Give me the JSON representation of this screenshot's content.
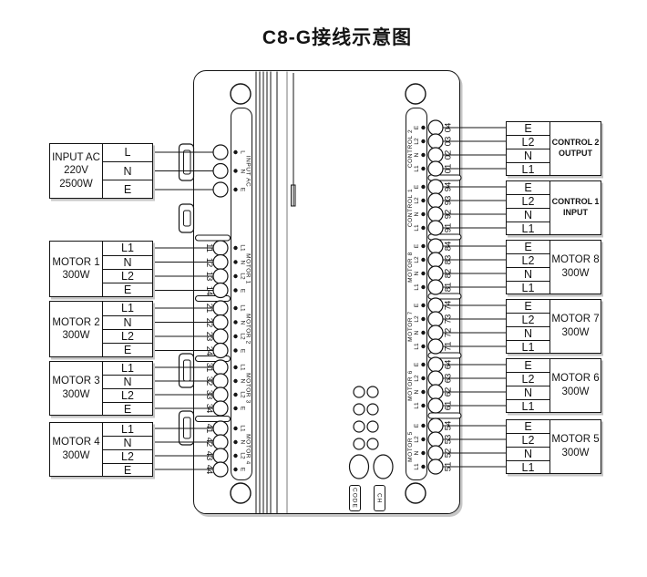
{
  "title": "C8-G接线示意图",
  "colors": {
    "ink": "#141414",
    "paper": "#ffffff",
    "shadow": "#c6c6c6"
  },
  "left_devices": [
    {
      "name": "input-ac",
      "label_lines": [
        "INPUT AC",
        "220V",
        "2500W"
      ],
      "terminals": [
        "L",
        "N",
        "E"
      ]
    },
    {
      "name": "motor-1",
      "label_lines": [
        "MOTOR 1",
        "300W"
      ],
      "terminals": [
        "L1",
        "N",
        "L2",
        "E"
      ]
    },
    {
      "name": "motor-2",
      "label_lines": [
        "MOTOR 2",
        "300W"
      ],
      "terminals": [
        "L1",
        "N",
        "L2",
        "E"
      ]
    },
    {
      "name": "motor-3",
      "label_lines": [
        "MOTOR 3",
        "300W"
      ],
      "terminals": [
        "L1",
        "N",
        "L2",
        "E"
      ]
    },
    {
      "name": "motor-4",
      "label_lines": [
        "MOTOR 4",
        "300W"
      ],
      "terminals": [
        "L1",
        "N",
        "L2",
        "E"
      ]
    }
  ],
  "right_devices": [
    {
      "name": "control-2",
      "label_lines": [
        "CONTROL 2",
        "OUTPUT"
      ],
      "terminals": [
        "E",
        "L2",
        "N",
        "L1"
      ],
      "label_size": "small"
    },
    {
      "name": "control-1",
      "label_lines": [
        "CONTROL 1",
        "INPUT"
      ],
      "terminals": [
        "E",
        "L2",
        "N",
        "L1"
      ],
      "label_size": "small"
    },
    {
      "name": "motor-8",
      "label_lines": [
        "MOTOR 8",
        "300W"
      ],
      "terminals": [
        "E",
        "L2",
        "N",
        "L1"
      ]
    },
    {
      "name": "motor-7",
      "label_lines": [
        "MOTOR 7",
        "300W"
      ],
      "terminals": [
        "E",
        "L2",
        "N",
        "L1"
      ]
    },
    {
      "name": "motor-6",
      "label_lines": [
        "MOTOR 6",
        "300W"
      ],
      "terminals": [
        "E",
        "L2",
        "N",
        "L1"
      ]
    },
    {
      "name": "motor-5",
      "label_lines": [
        "MOTOR 5",
        "300W"
      ],
      "terminals": [
        "E",
        "L2",
        "N",
        "L1"
      ]
    }
  ],
  "controller": {
    "left_terminal_groups": [
      {
        "label": "INPUT AC",
        "pins": [
          "L",
          "N",
          "E"
        ],
        "numbers": [
          "",
          "",
          ""
        ]
      },
      {
        "label": "MOTOR 1",
        "pins": [
          "L1",
          "N",
          "L2",
          "E"
        ],
        "numbers": [
          "11",
          "12",
          "13",
          "14"
        ]
      },
      {
        "label": "MOTOR 2",
        "pins": [
          "L1",
          "N",
          "L2",
          "E"
        ],
        "numbers": [
          "21",
          "22",
          "23",
          "24"
        ]
      },
      {
        "label": "MOTOR 3",
        "pins": [
          "L1",
          "N",
          "L2",
          "E"
        ],
        "numbers": [
          "31",
          "32",
          "33",
          "34"
        ]
      },
      {
        "label": "MOTOR 4",
        "pins": [
          "L1",
          "N",
          "L2",
          "E"
        ],
        "numbers": [
          "41",
          "42",
          "43",
          "44"
        ]
      }
    ],
    "right_terminal_groups": [
      {
        "label": "CONTROL 2",
        "pins": [
          "E",
          "L2",
          "N",
          "L1"
        ],
        "numbers": [
          "04",
          "03",
          "02",
          "01"
        ]
      },
      {
        "label": "CONTROL 1",
        "pins": [
          "E",
          "L2",
          "N",
          "L1"
        ],
        "numbers": [
          "94",
          "93",
          "92",
          "91"
        ]
      },
      {
        "label": "MOTOR 8",
        "pins": [
          "E",
          "L2",
          "N",
          "L1"
        ],
        "numbers": [
          "84",
          "83",
          "82",
          "81"
        ]
      },
      {
        "label": "MOTOR 7",
        "pins": [
          "E",
          "L2",
          "N",
          "L1"
        ],
        "numbers": [
          "74",
          "73",
          "72",
          "71"
        ]
      },
      {
        "label": "MOTOR 6",
        "pins": [
          "E",
          "L2",
          "N",
          "L1"
        ],
        "numbers": [
          "64",
          "63",
          "62",
          "61"
        ]
      },
      {
        "label": "MOTOR 5",
        "pins": [
          "E",
          "L2",
          "N",
          "L1"
        ],
        "numbers": [
          "54",
          "53",
          "52",
          "51"
        ]
      }
    ],
    "buttons": [
      "CODE",
      "CH"
    ],
    "indicator_leds": 8
  }
}
